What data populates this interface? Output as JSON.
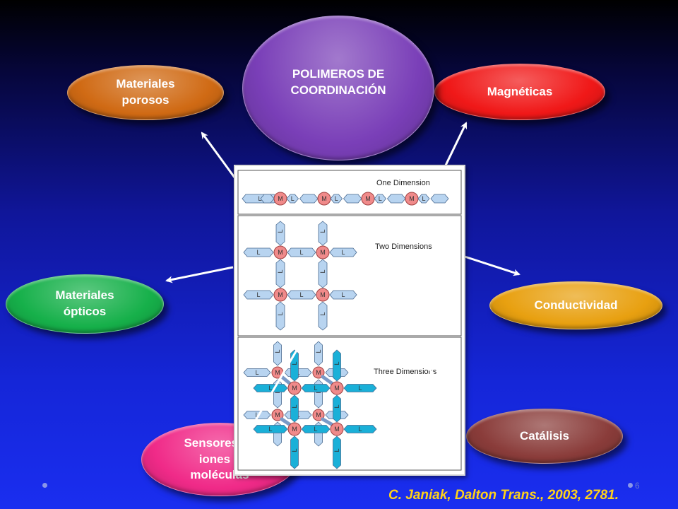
{
  "center_node": {
    "text": "POLIMEROS DE\nCOORDINACIÓN",
    "color": "#7a3fb8"
  },
  "nodes": {
    "porous": {
      "text": "Materiales\nporosos",
      "color": "#d06a14"
    },
    "magnetic": {
      "text": "Magnéticas",
      "color": "#f01818"
    },
    "optical": {
      "text": "Materiales\nópticos",
      "color": "#16b04a"
    },
    "conductivity": {
      "text": "Conductividad",
      "color": "#e8a010"
    },
    "catalysis": {
      "text": "Catálisis",
      "color": "#8a3c3a"
    },
    "sensors": {
      "text": "Sensores de\niones y\nmoléculas",
      "color": "#f02a88"
    }
  },
  "figure": {
    "one_dimension": "One Dimension",
    "two_dimensions": "Two Dimensions",
    "three_dimensions": "Three Dimensions",
    "metal_label": "M",
    "ligand_label": "L",
    "metal_color": "#f08a8a",
    "ligand_light_color": "#b8d4f0",
    "ligand_dark_color": "#1ab0d8"
  },
  "citation": "C. Janiak, Dalton Trans., 2003, 2781.",
  "slide_number": "6"
}
